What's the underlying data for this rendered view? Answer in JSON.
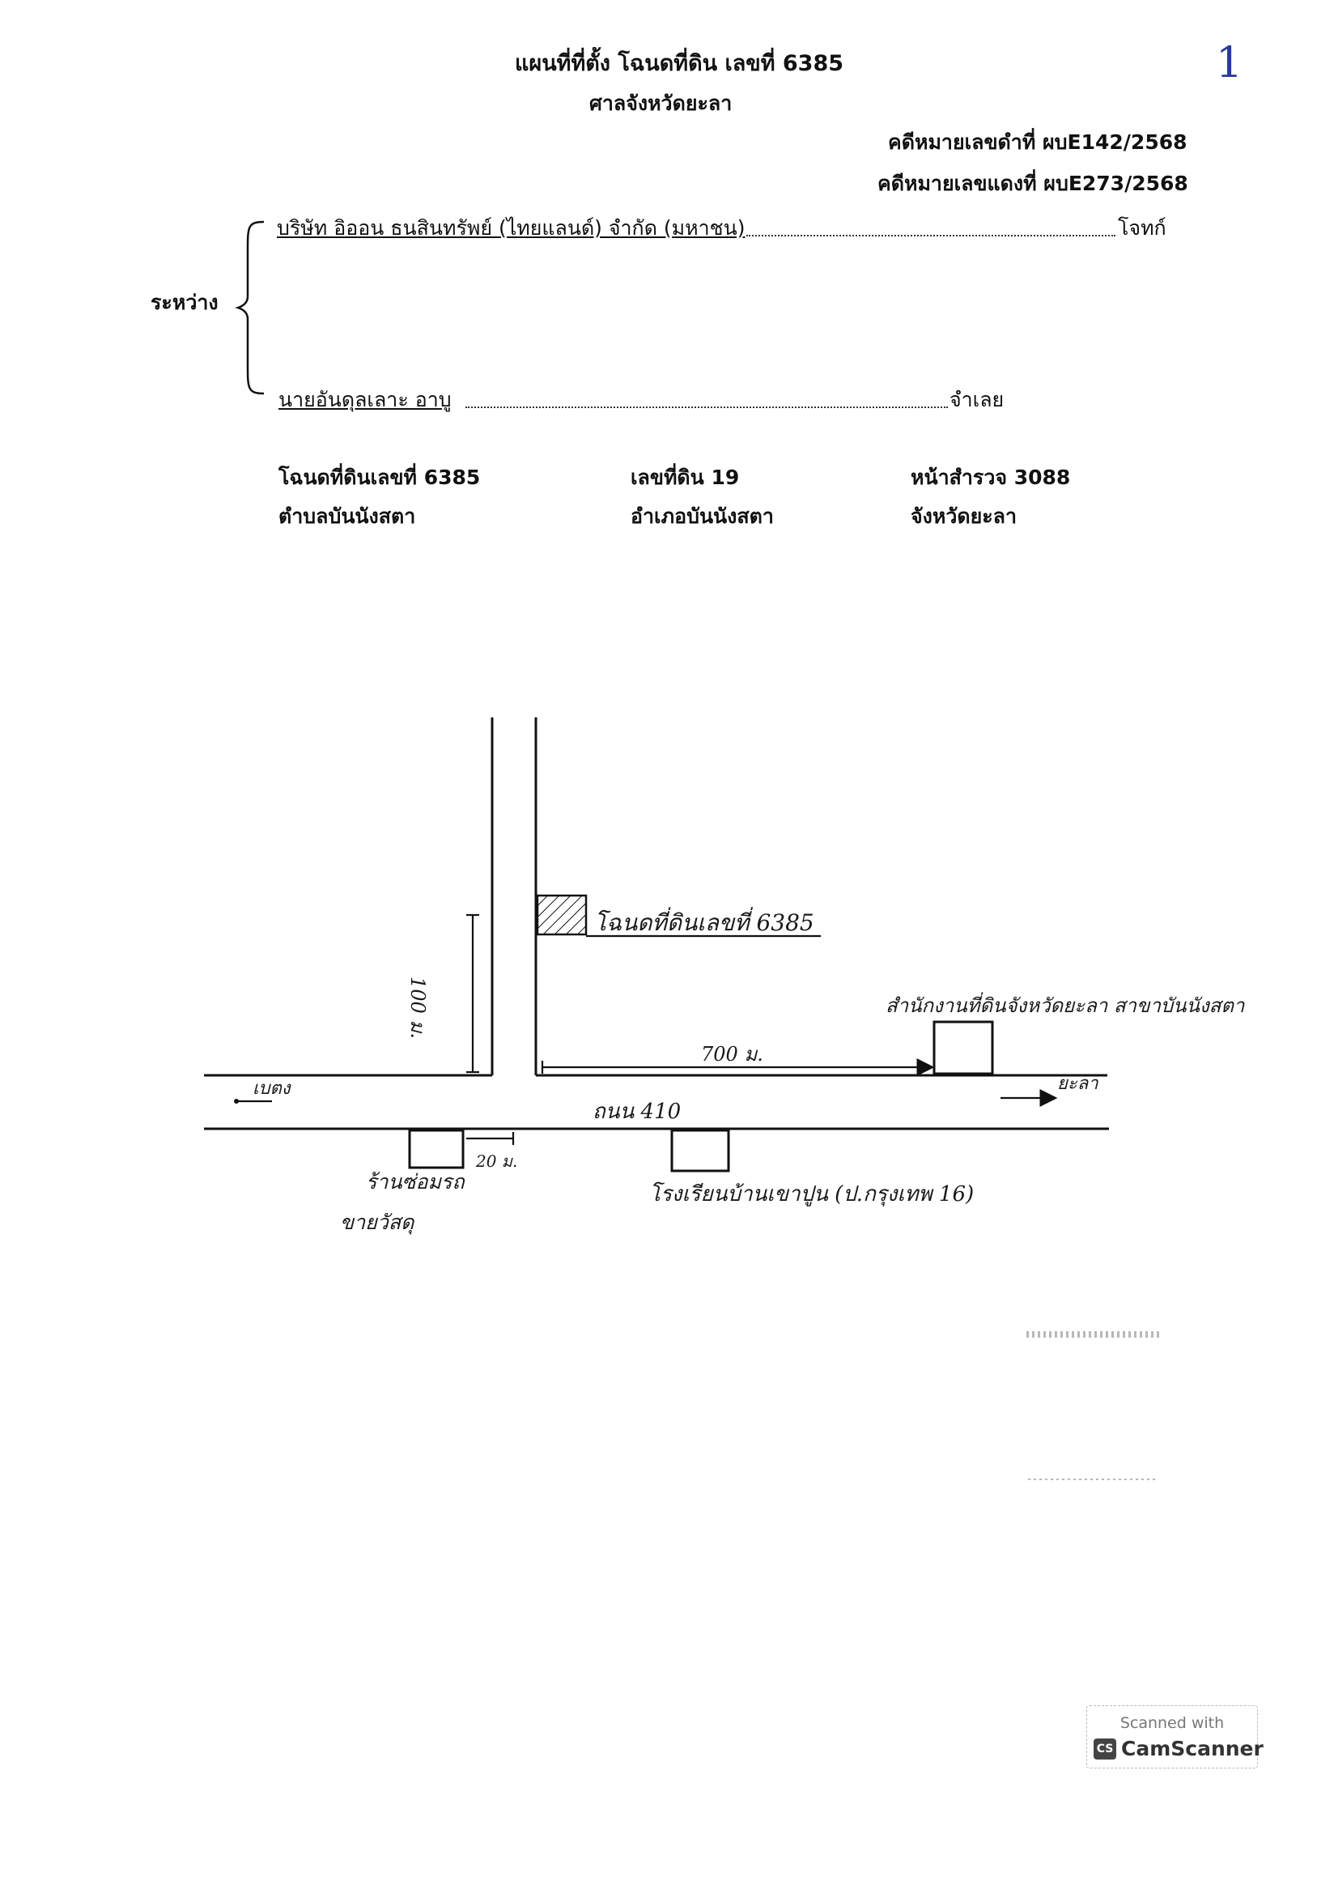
{
  "header": {
    "title": "แผนที่ที่ตั้ง โฉนดที่ดิน เลขที่ 6385",
    "court": "ศาลจังหวัดยะลา",
    "page_number": "1",
    "black_case": "คดีหมายเลขดำที่ ผบE142/2568",
    "red_case": "คดีหมายเลขแดงที่ ผบE273/2568"
  },
  "parties": {
    "between_label": "ระหว่าง",
    "plaintiff_name": "บริษัท อิออน ธนสินทรัพย์ (ไทยแลนด์) จำกัด (มหาชน)",
    "plaintiff_role": "โจทก์",
    "defendant_name": "นายอันดุลเลาะ อาบู",
    "defendant_role": "จำเลย"
  },
  "land": {
    "deed": "โฉนดที่ดินเลขที่ 6385",
    "parcel": "เลขที่ดิน 19",
    "survey": "หน้าสำรวจ  3088",
    "subdistrict": "ตำบลบันนังสตา",
    "district": "อำเภอบันนังสตา",
    "province": "จังหวัดยะลา"
  },
  "map": {
    "deed_label": "โฉนดที่ดินเลขที่ 6385",
    "distance_vertical": "100 ม.",
    "distance_horizontal": "700 ม.",
    "distance_short": "20 ม.",
    "road_label": "ถนน 410",
    "left_direction": "เบตง",
    "right_direction": "ยะลา",
    "land_office": "สำนักงานที่ดินจังหวัดยะลา สาขาบันนังสตา",
    "left_building_line1": "ร้านซ่อมรถ",
    "left_building_line2": "ขายวัสดุ",
    "school": "โรงเรียนบ้านเขาปูน (ป.กรุงเทพ 16)"
  },
  "footer": {
    "cs_top": "Scanned with",
    "cs_logo": "CS",
    "cs_name": "CamScanner"
  }
}
